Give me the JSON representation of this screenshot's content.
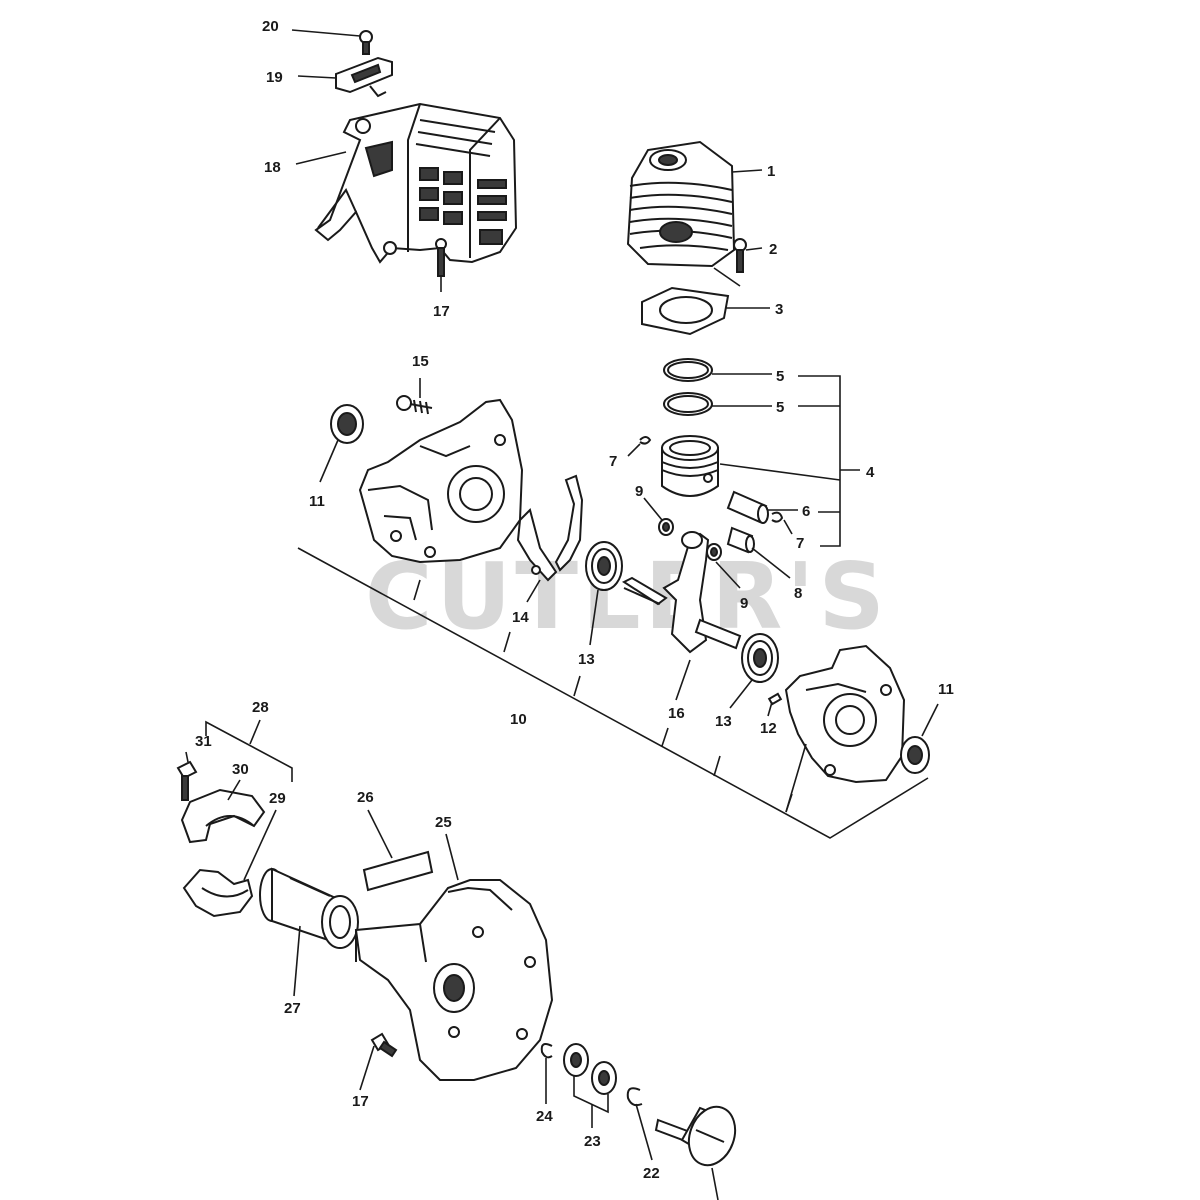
{
  "watermark": "CUTLER'S",
  "callouts": {
    "c1": "1",
    "c2": "2",
    "c3": "3",
    "c4": "4",
    "c5a": "5",
    "c5b": "5",
    "c6": "6",
    "c7a": "7",
    "c7b": "7",
    "c8": "8",
    "c9a": "9",
    "c9b": "9",
    "c10": "10",
    "c11a": "11",
    "c11b": "11",
    "c12": "12",
    "c13a": "13",
    "c13b": "13",
    "c14": "14",
    "c15": "15",
    "c16": "16",
    "c17a": "17",
    "c17b": "17",
    "c18": "18",
    "c19": "19",
    "c20": "20",
    "c22": "22",
    "c23": "23",
    "c24": "24",
    "c25": "25",
    "c26": "26",
    "c27": "27",
    "c28": "28",
    "c29": "29",
    "c30": "30",
    "c31": "31"
  }
}
